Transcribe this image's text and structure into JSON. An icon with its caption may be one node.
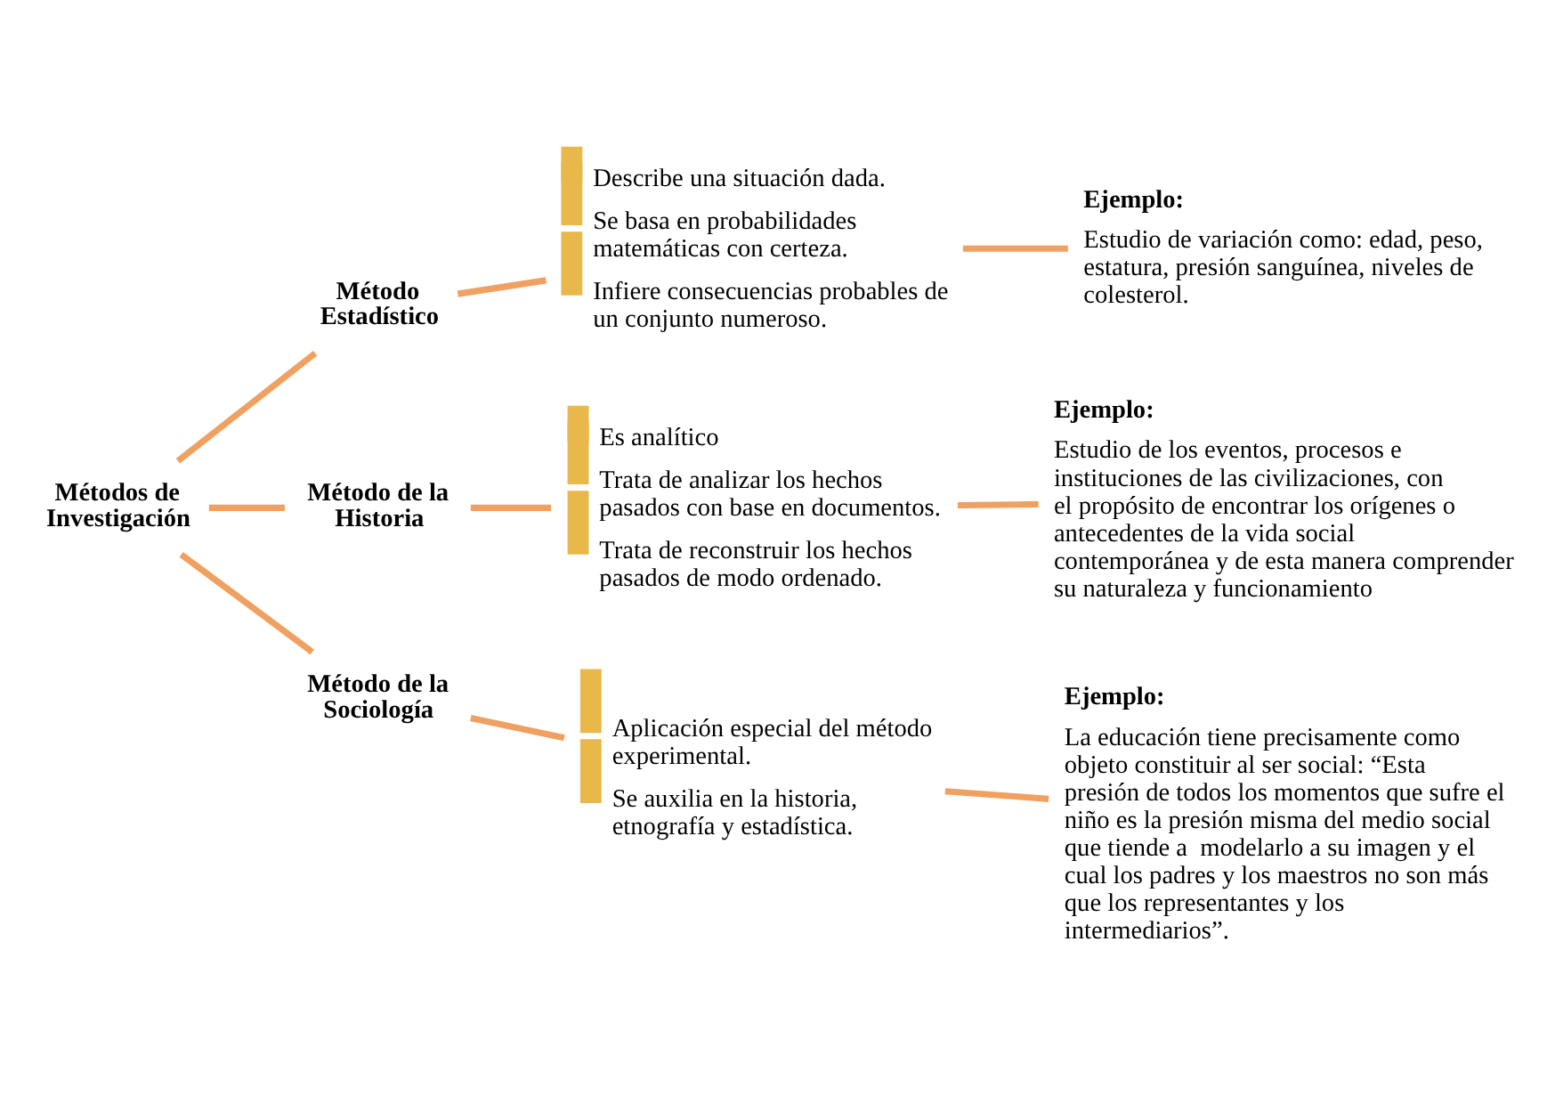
{
  "diagram": {
    "nodes": [
      {
        "text": [
          "Métodos de Investigación"
        ]
      },
      {
        "text": [
          "Método Estadístico"
        ]
      },
      {
        "text": [
          "Describe una situación dada.",
          "Se basa en probabilidades matemáticas con certeza.",
          "Infiere consecuencias probables de un conjunto numeroso."
        ]
      },
      {
        "text": [
          "Ejemplo:",
          "Estudio de variación como: edad, peso, estatura, presión sanguínea, niveles de colesterol."
        ]
      },
      {
        "text": [
          "Método de la Historia"
        ]
      },
      {
        "text": [
          "Es analítico",
          "Trata de analizar los hechos pasados con base en documentos.",
          "Trata de reconstruir los hechos pasados de modo ordenado."
        ]
      },
      {
        "text": [
          "Ejemplo:",
          "Estudio de los eventos, procesos e instituciones de las civilizaciones, con el propósito de encontrar los orígenes o antecedentes de la vida social contemporánea y de esta manera comprender su naturaleza y funcionamiento"
        ]
      },
      {
        "text": [
          "Método de la Sociología"
        ]
      },
      {
        "text": [
          "Aplicación especial del método experimental.",
          "Se auxilia en la historia, etnografía y estadística."
        ]
      },
      {
        "text": [
          "Ejemplo:",
          "La educación tiene precisamente como objeto constituir al ser social: “Esta presión de todos los momentos que sufre el niño es la presión misma del medio social que tiende a  modelarlo a su imagen y el cual los padres y los maestros no son más que los representantes y los intermediarios”."
        ]
      }
    ],
    "edges": [
      {
        "from": 0,
        "to": 1,
        "arrow": "none"
      },
      {
        "from": 0,
        "to": 4,
        "arrow": "none"
      },
      {
        "from": 0,
        "to": 7,
        "arrow": "none"
      },
      {
        "from": 1,
        "to": 2,
        "arrow": "none"
      },
      {
        "from": 2,
        "to": 3,
        "arrow": "none"
      },
      {
        "from": 4,
        "to": 5,
        "arrow": "none"
      },
      {
        "from": 5,
        "to": 6,
        "arrow": "none"
      },
      {
        "from": 7,
        "to": 8,
        "arrow": "none"
      },
      {
        "from": 8,
        "to": 9,
        "arrow": "none"
      }
    ]
  }
}
